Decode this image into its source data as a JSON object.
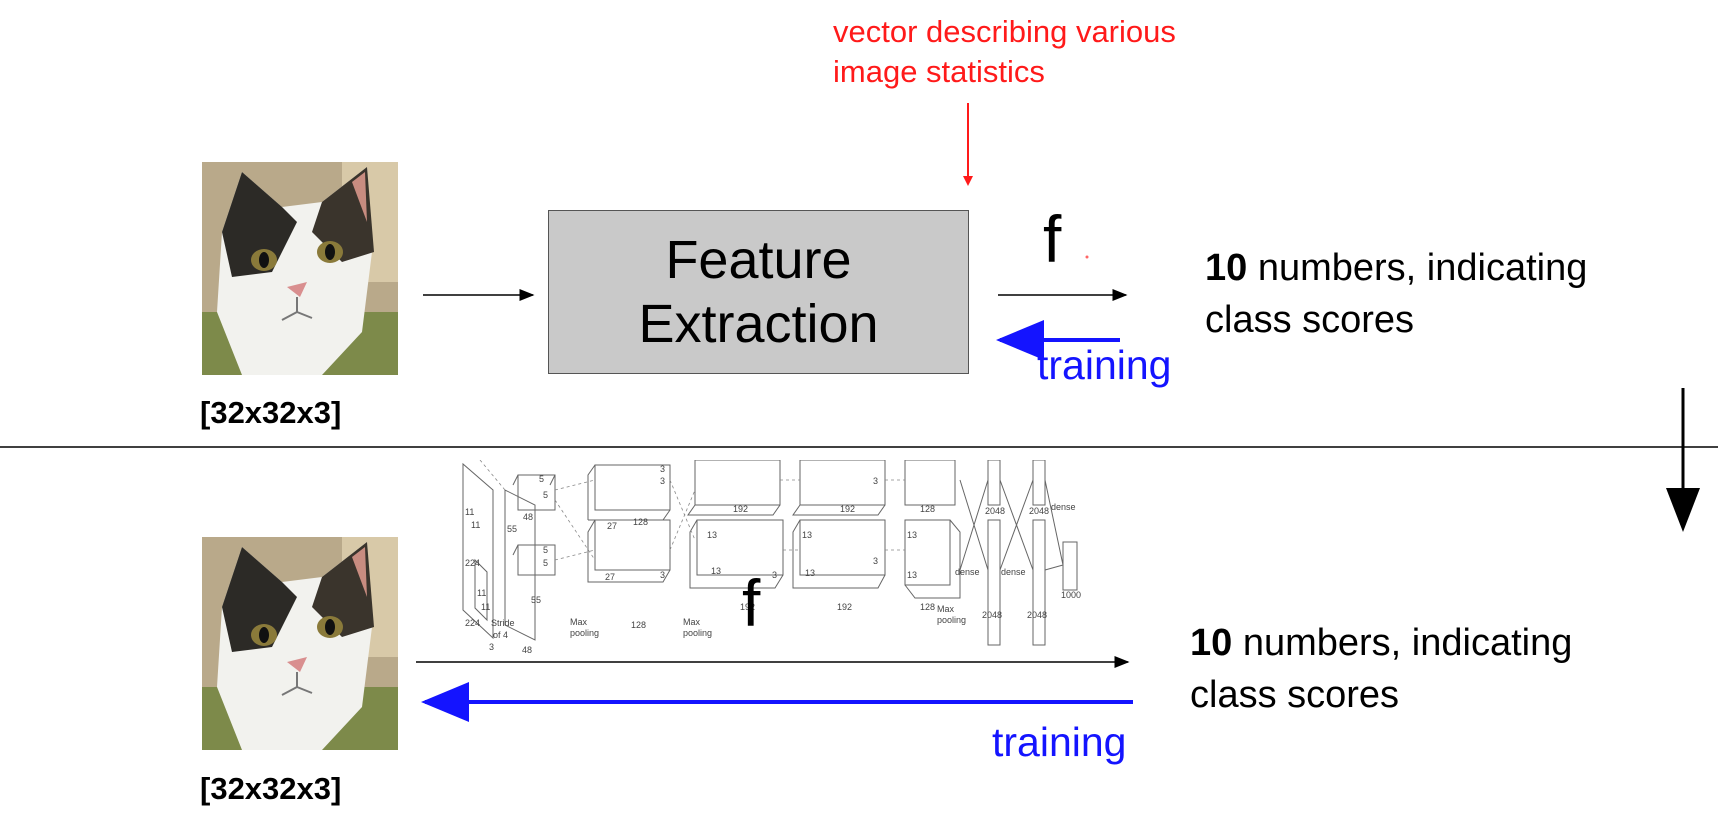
{
  "annotation": {
    "line1": "vector describing various",
    "line2": "image statistics"
  },
  "top_section": {
    "input_size": "[32x32x3]",
    "box_line1": "Feature",
    "box_line2": "Extraction",
    "f_label": "f",
    "output_bold": "10",
    "output_rest": " numbers, indicating",
    "output_line2": "class scores",
    "training_label": "training"
  },
  "bottom_section": {
    "input_size": "[32x32x3]",
    "f_label": "f",
    "output_bold": "10",
    "output_rest": " numbers, indicating",
    "output_line2": "class scores",
    "training_label": "training"
  },
  "network_labels": {
    "l_224a": "224",
    "l_224b": "224",
    "l_11a": "11",
    "l_11b": "11",
    "l_11c": "11",
    "l_11d": "11",
    "l_stride": "Stride",
    "l_of4": "of 4",
    "l_3a": "3",
    "l_48a": "48",
    "l_48b": "48",
    "l_55a": "55",
    "l_55b": "55",
    "l_5a": "5",
    "l_5b": "5",
    "l_5c": "5",
    "l_5d": "5",
    "l_27a": "27",
    "l_27b": "27",
    "l_128a": "128",
    "l_128b": "128",
    "l_128c": "128",
    "l_128d": "128",
    "l_maxpool1a": "Max",
    "l_maxpool1b": "pooling",
    "l_maxpool2a": "Max",
    "l_maxpool2b": "pooling",
    "l_maxpool3a": "Max",
    "l_maxpool3b": "pooling",
    "l_13a": "13",
    "l_13b": "13",
    "l_13c": "13",
    "l_13d": "13",
    "l_13e": "13",
    "l_13f": "13",
    "l_192a": "192",
    "l_192b": "192",
    "l_192c": "192",
    "l_192d": "192",
    "l_3b": "3",
    "l_3c": "3",
    "l_3d": "3",
    "l_3e": "3",
    "l_3f": "3",
    "l_3g": "3",
    "l_2048a": "2048",
    "l_2048b": "2048",
    "l_2048c": "2048",
    "l_2048d": "2048",
    "l_dense1": "dense",
    "l_dense2": "dense",
    "l_dense3": "dense",
    "l_1000": "1000"
  },
  "colors": {
    "annotation": "#ff1a1a",
    "training": "#1414ff",
    "box_fill": "#c9c9c9"
  }
}
